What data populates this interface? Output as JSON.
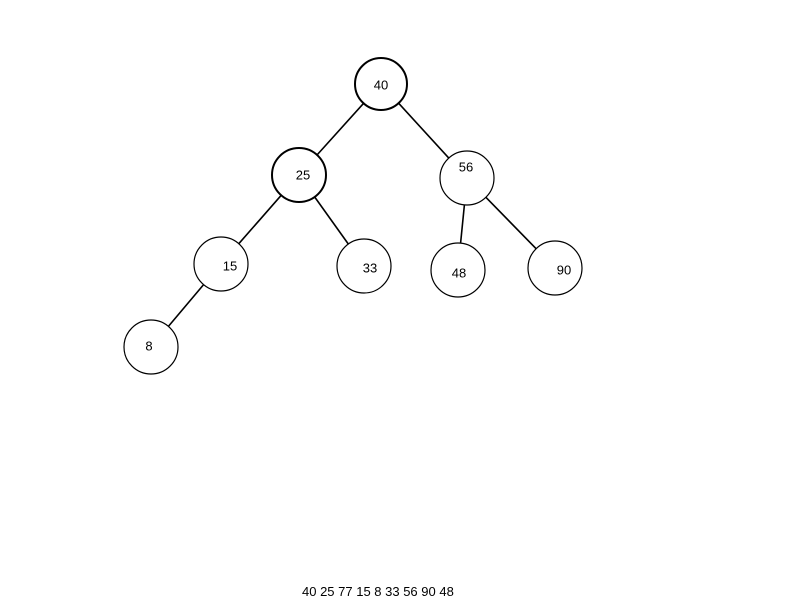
{
  "tree": {
    "nodes": [
      {
        "id": "n40",
        "label": "40"
      },
      {
        "id": "n25",
        "label": "25"
      },
      {
        "id": "n56",
        "label": "56"
      },
      {
        "id": "n15",
        "label": "15"
      },
      {
        "id": "n33",
        "label": "33"
      },
      {
        "id": "n48",
        "label": "48"
      },
      {
        "id": "n90",
        "label": "90"
      },
      {
        "id": "n8",
        "label": "8"
      }
    ],
    "edges": [
      {
        "from": "n40",
        "to": "n25"
      },
      {
        "from": "n40",
        "to": "n56"
      },
      {
        "from": "n25",
        "to": "n15"
      },
      {
        "from": "n25",
        "to": "n33"
      },
      {
        "from": "n56",
        "to": "n48"
      },
      {
        "from": "n56",
        "to": "n90"
      },
      {
        "from": "n15",
        "to": "n8"
      }
    ]
  },
  "caption": "40 25 77 15 8 33 56 90 48"
}
